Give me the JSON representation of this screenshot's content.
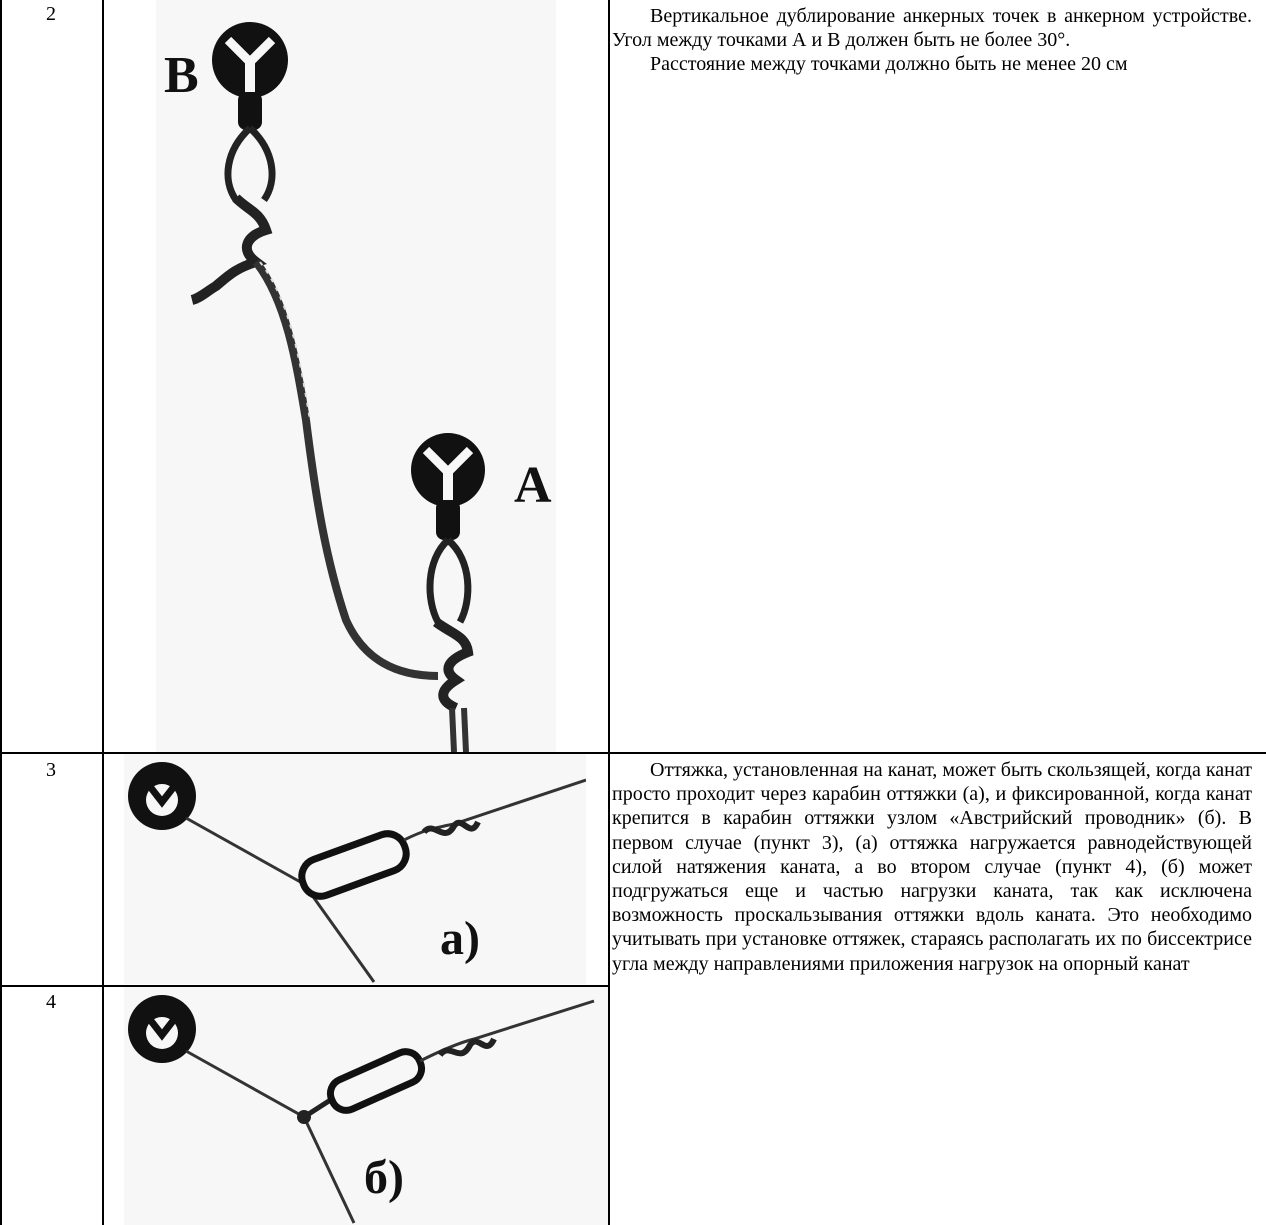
{
  "rows": [
    {
      "number": "2",
      "label_b": "В",
      "label_a": "А",
      "paragraphs": [
        "Вертикальное дублирование анкерных точек в анкерном устройстве. Угол между точками А и В должен быть не более 30°.",
        "Расстояние между точками должно быть не менее 20 см"
      ]
    },
    {
      "number": "3",
      "label": "а)",
      "paragraphs": [
        "Оттяжка, установленная на канат, может быть скользящей, когда канат просто проходит через карабин оттяжки (а), и фиксированной, когда канат крепится в карабин оттяжки узлом «Австрийский проводник» (б). В первом случае (пункт 3), (а) оттяжка нагружается равнодействующей силой натяжения каната, а во втором случае (пункт 4), (б) может подгружаться еще и частью нагрузки каната, так как исключена возможность проскальзывания оттяжки вдоль каната. Это необходимо учитывать при установке оттяжек, стараясь располагать их по биссектрисе угла между направлениями приложения нагрузок на опорный канат"
      ]
    },
    {
      "number": "4",
      "label": "б)"
    }
  ]
}
